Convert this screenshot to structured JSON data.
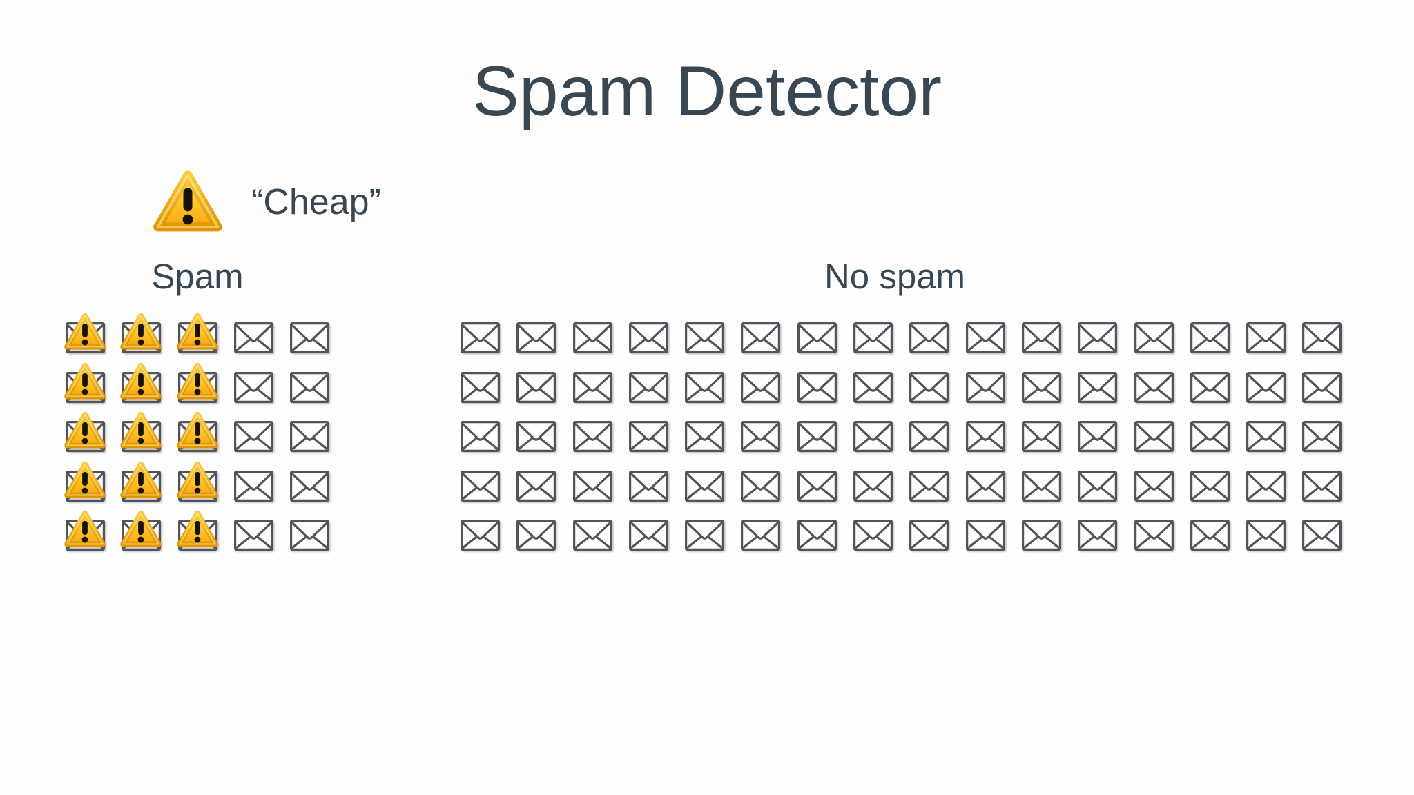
{
  "title": "Spam Detector",
  "callout": {
    "icon": "warning-icon",
    "label": "“Cheap”"
  },
  "sections": [
    {
      "id": "spam",
      "label": "Spam",
      "rows": 5,
      "cols": 5,
      "warning_cols": 3,
      "total_emails": 25,
      "flagged_emails": 15
    },
    {
      "id": "no_spam",
      "label": "No spam",
      "rows": 5,
      "cols": 16,
      "warning_cols": 0,
      "total_emails": 80,
      "flagged_emails": 0
    }
  ],
  "chart_data": {
    "type": "pictograph",
    "title": "Spam Detector",
    "categories": [
      "Spam",
      "No spam"
    ],
    "values": [
      25,
      80
    ],
    "series": [
      {
        "name": "emails containing “Cheap” (warning icon)",
        "values": [
          15,
          0
        ]
      },
      {
        "name": "plain emails (envelope icon)",
        "values": [
          10,
          80
        ]
      }
    ],
    "icon_unit": "1 email",
    "layout": {
      "spam_grid": {
        "rows": 5,
        "cols": 5,
        "warning_columns": 3
      },
      "no_spam_grid": {
        "rows": 5,
        "cols": 16
      },
      "legend_position": "none",
      "grid": "off"
    },
    "annotation": "Warning icon labeled “Cheap” shown above the Spam group"
  },
  "colors": {
    "text": "#394753",
    "background": "#fdfdfe",
    "envelope_stroke": "#515459",
    "envelope_fill": "#fdfdfe",
    "warning_yellow_top": "#ffde55",
    "warning_yellow_mid": "#ffc82e",
    "warning_amber_bottom": "#f7a80b",
    "warning_rim_dark": "#e29400",
    "exclamation_black": "#17130b"
  }
}
